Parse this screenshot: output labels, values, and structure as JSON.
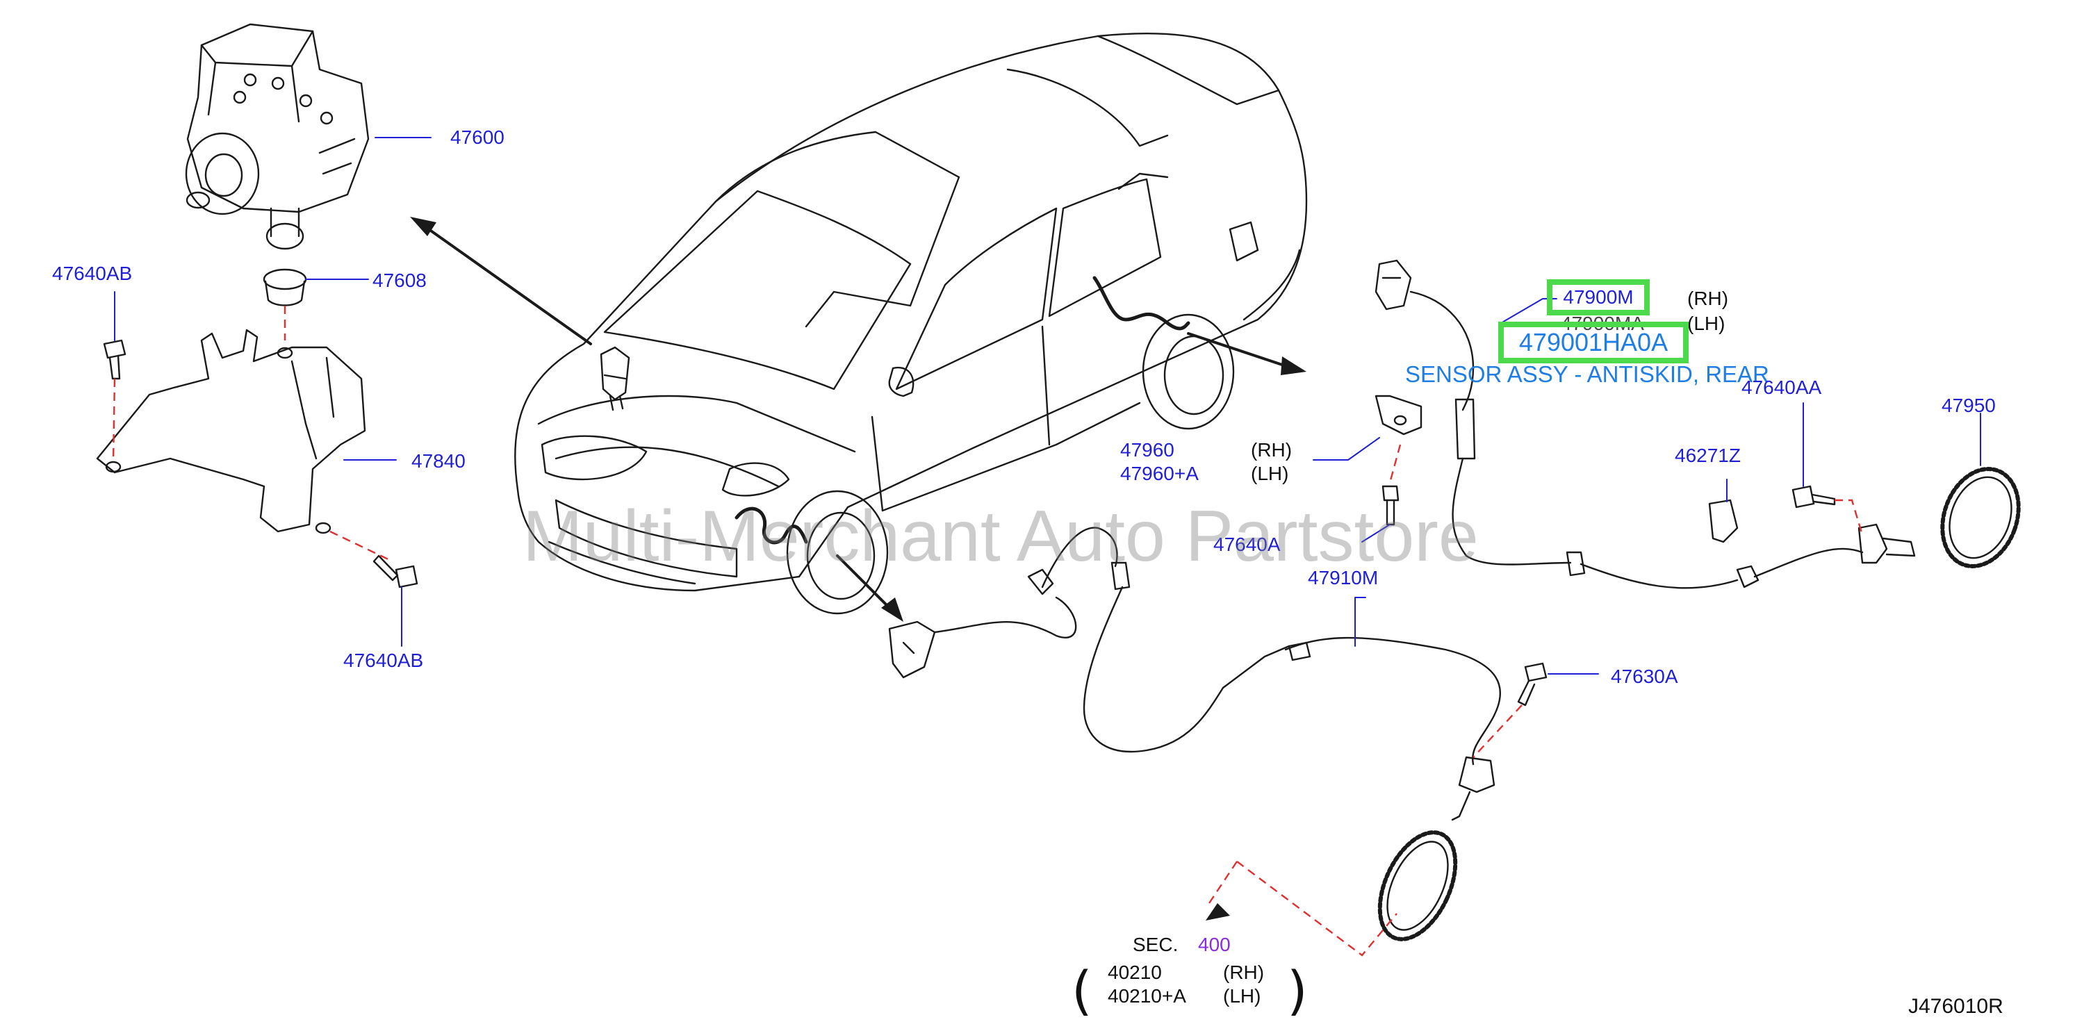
{
  "labels": {
    "p47600": "47600",
    "p47608": "47608",
    "p47640AB_top": "47640AB",
    "p47840": "47840",
    "p47640AB_bottom": "47640AB",
    "p47960": "47960",
    "p47960_rh": "(RH)",
    "p47960A": "47960+A",
    "p47960A_lh": "(LH)",
    "p47640A": "47640A",
    "p47910M": "47910M",
    "p47630A": "47630A",
    "p47900M": "47900M",
    "p47900M_rh": "(RH)",
    "p47900MA": "47900MA",
    "p47900MA_lh": "(LH)",
    "p479001HA0A": "479001HA0A",
    "sensor_desc": "SENSOR ASSY - ANTISKID, REAR",
    "p47640AA": "47640AA",
    "p46271Z": "46271Z",
    "p47950": "47950",
    "sec": "SEC.",
    "sec_num": "400",
    "p40210": "40210",
    "p40210_rh": "(RH)",
    "p40210A": "40210+A",
    "p40210A_lh": "(LH)",
    "paren_open": "(",
    "paren_close": ")",
    "ref_code": "J476010R",
    "watermark": "Multi-Merchant Auto Partstore"
  },
  "colors": {
    "label_blue": "#1f1fd6",
    "highlight_green": "#4cd94c",
    "highlight_text": "#1e7ee6",
    "sec_purple": "#8a2be2",
    "dashed_red": "#e03030"
  }
}
